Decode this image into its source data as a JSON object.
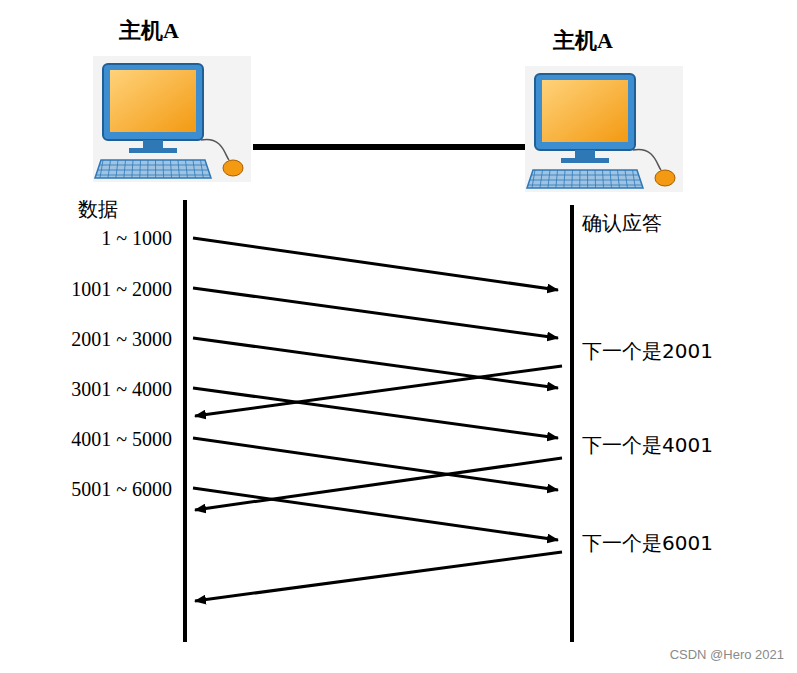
{
  "diagram": {
    "nodes": [
      {
        "text": [
          "主机A"
        ]
      },
      {
        "text": [
          "主机A"
        ]
      }
    ],
    "edges": [
      {
        "from": 0,
        "to": 1,
        "arrow": "none"
      }
    ],
    "labels": [
      "数据",
      "1 ~ 1000",
      "1001 ~ 2000",
      "2001 ~ 3000",
      "3001 ~ 4000",
      "4001 ~ 5000",
      "5001 ~ 6000",
      "确认应答",
      "下一个是2001",
      "下一个是4001",
      "下一个是6001",
      "CSDN @Hero 2021"
    ]
  }
}
